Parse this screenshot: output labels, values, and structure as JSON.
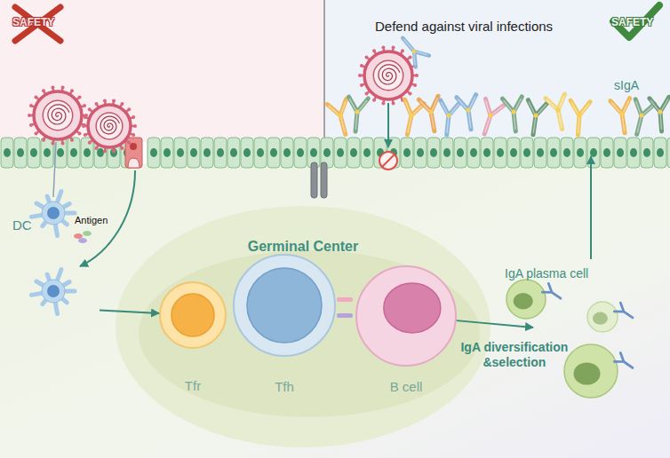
{
  "diagram": {
    "nodes": [
      {
        "text": [
          "DC"
        ]
      },
      {
        "text": [
          "Germinal Center"
        ]
      },
      {
        "text": [
          "Tfr"
        ],
        "in": 1
      },
      {
        "text": [
          "Tfh"
        ],
        "in": 1
      },
      {
        "text": [
          "B cell"
        ],
        "in": 1
      },
      {
        "text": [
          "IgA plasma cell"
        ]
      }
    ],
    "edges": [
      {
        "from": 0,
        "to": 2,
        "arrow": "to"
      },
      {
        "from": 4,
        "to": 5,
        "label": "IgA diversification &selection",
        "arrow": "to"
      }
    ],
    "labels": [
      "SAFETY",
      "Defend against viral infections",
      "SAFETY",
      "sIgA",
      "Antigen"
    ]
  }
}
